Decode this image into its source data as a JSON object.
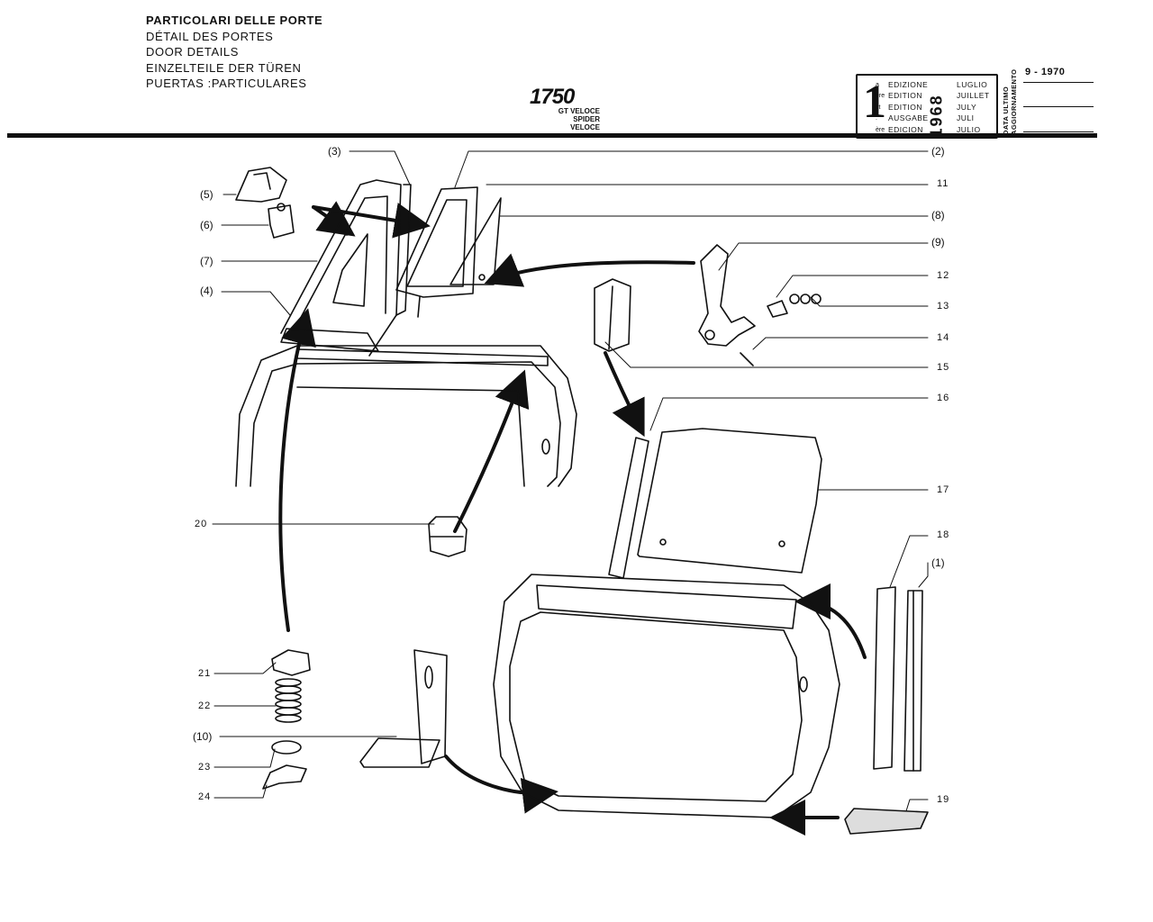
{
  "header": {
    "titles": [
      "PARTICOLARI DELLE PORTE",
      "DÉTAIL DES PORTES",
      "DOOR DETAILS",
      "EINZELTEILE DER TÜREN",
      "PUERTAS :PARTICULARES"
    ],
    "model": "1750",
    "variants": [
      "GT VELOCE",
      "SPIDER VELOCE"
    ]
  },
  "edition": {
    "number": "1",
    "suffixes": [
      "a",
      "ère",
      "st",
      ".",
      "ère"
    ],
    "labels": [
      "EDIZIONE",
      "EDITION",
      "EDITION",
      "AUSGABE",
      "EDICION"
    ],
    "year": "1968",
    "months": [
      "LUGLIO",
      "JUILLET",
      "JULY",
      "JULI",
      "JULIO"
    ]
  },
  "update": {
    "label": "DATA ULTIMO AGGIORNAMENTO",
    "date": "9 - 1970"
  },
  "callouts": {
    "p3": "(3)",
    "p2": "(2)",
    "p11": "11",
    "p5": "(5)",
    "p8": "(8)",
    "p6": "(6)",
    "p9": "(9)",
    "p7": "(7)",
    "p12": "12",
    "p4": "(4)",
    "p13": "13",
    "p14": "14",
    "p15": "15",
    "p16": "16",
    "p17": "17",
    "p20": "20",
    "p18": "18",
    "p1": "(1)",
    "p21": "21",
    "p22": "22",
    "p10": "(10)",
    "p23": "23",
    "p24": "24",
    "p19": "19"
  }
}
